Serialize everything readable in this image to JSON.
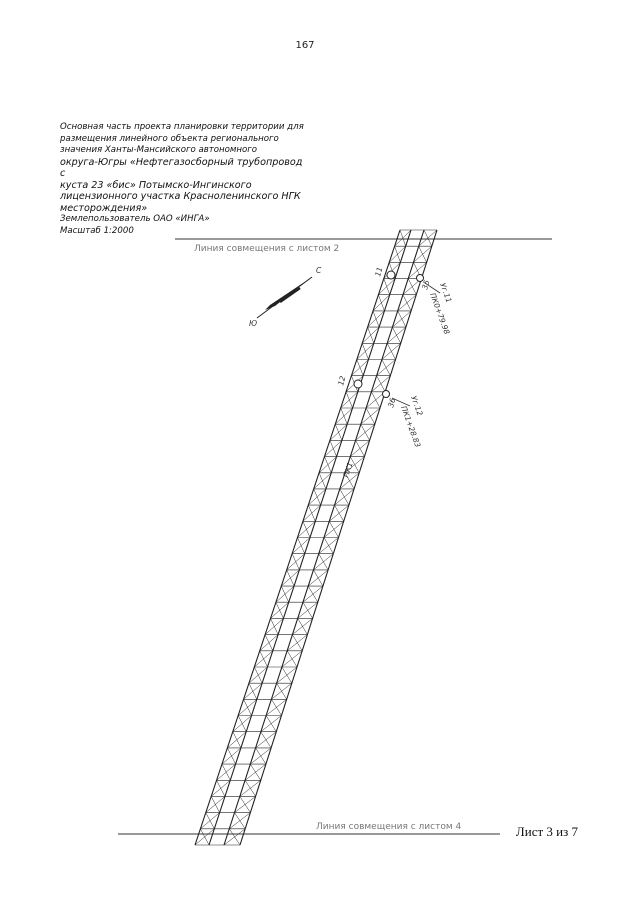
{
  "page_number": "167",
  "title_block": {
    "lines": [
      "Основная часть проекта планировки территории для",
      "размещения линейного объекта регионального",
      "значения Ханты-Мансийского автономного",
      "округа-Югры «Нефтегазосборный трубопровод с",
      "куста 23 «бис» Потымско-Ингинского",
      "лицензионного участка Красноленинского НГК",
      "месторождения»"
    ],
    "landuser": "Землепользователь ОАО «ИНГА»",
    "scale": "Масштаб 1:2000"
  },
  "match_line_top": "Линия совмещения с листом 2",
  "match_line_bottom": "Линия совмещения с листом 4",
  "sheet_label": "Лист 3 из 7",
  "north_arrow": {
    "top_letter": "С",
    "bottom_letter": "Ю"
  },
  "points": {
    "p11": "11",
    "p12": "12",
    "p35": "35",
    "p36": "36",
    "p11_label": "Уг.11",
    "p11_pk": "ПК0+79.98",
    "p12_label": "Уг.12",
    "p12_pk": "ПК1+28.83"
  },
  "pipeline_label": "ПК1"
}
